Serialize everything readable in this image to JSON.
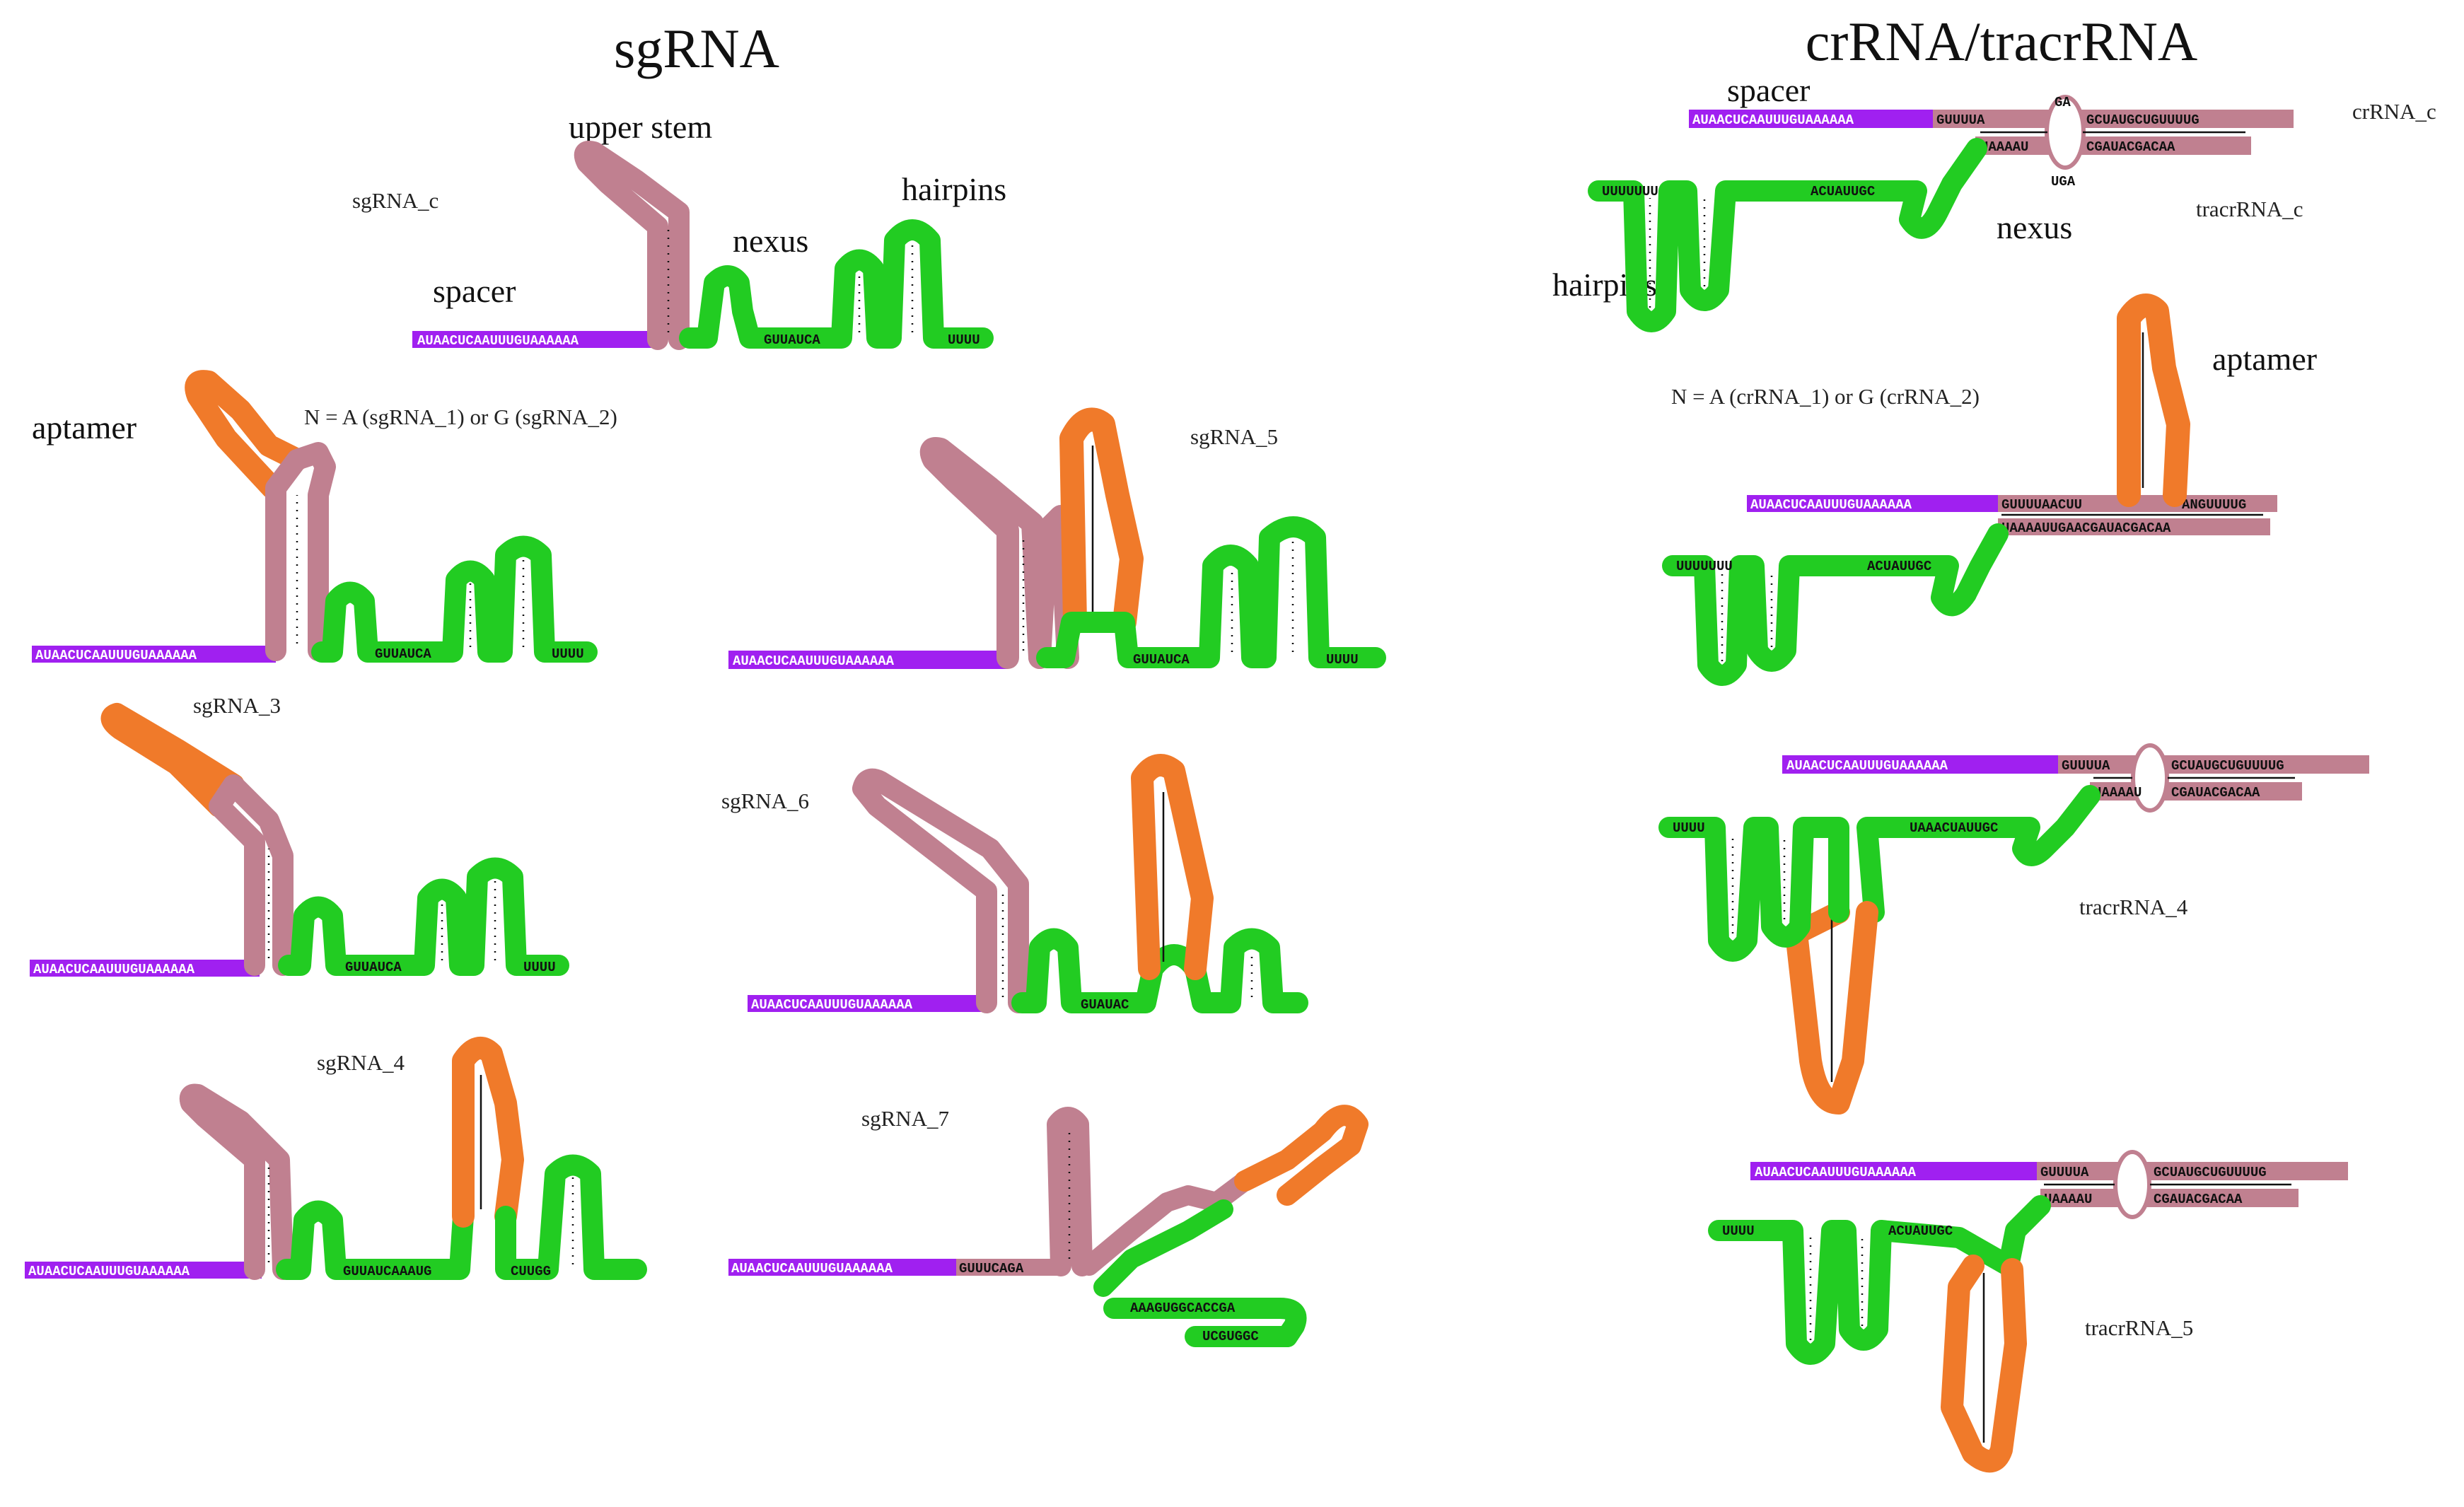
{
  "headings": {
    "sgrna": "sgRNA",
    "crrna_tracrrna": "crRNA/tracrRNA"
  },
  "labels": {
    "upper_stem": "upper stem",
    "nexus": "nexus",
    "hairpins": "hairpins",
    "spacer": "spacer",
    "aptamer": "aptamer",
    "sg_n_note": "N = A (sgRNA_1) or G (sgRNA_2)",
    "cr_n_note": "N = A (crRNA_1) or G (crRNA_2)"
  },
  "constructs": {
    "sgRNA_c": "sgRNA_c",
    "sgRNA_3": "sgRNA_3",
    "sgRNA_4": "sgRNA_4",
    "sgRNA_5": "sgRNA_5",
    "sgRNA_6": "sgRNA_6",
    "sgRNA_7": "sgRNA_7",
    "crRNA_c": "crRNA_c",
    "tracrRNA_c": "tracrRNA_c",
    "tracrRNA_4": "tracrRNA_4",
    "tracrRNA_5": "tracrRNA_5"
  },
  "sequences": {
    "spacer": "AUAACUCAAUUUGUAAAAAA",
    "sg_linker": "GUUAUCA",
    "sg_tail": "UUUU",
    "sg_linker_4": "GUUAUCAAAUG",
    "sg_tail_4": "CUUGG",
    "sg_linker_6": "GUAUAC",
    "sg_linker_7": "GUUUCAGA",
    "sg7_tail_a": "AAAGUGGCACCGA",
    "sg7_tail_b": "UCGUGGC",
    "cr_top": "GUUUUA",
    "cr_top_right": "GCUAUGCUGUUUUG",
    "tracr_bottom_left": "UAAAAU",
    "tracr_bottom_right": "CGAUACGACAA",
    "cr_apt_top": "GUUUUAACUU",
    "cr_apt_top_right": "ANGUUUUG",
    "tracr_apt_bottom": "UAAAAUUGAACGAUACGACAA",
    "tracr_linker": "ACUAUUGC",
    "tracr_tail": "UUUUUUU",
    "tracr4_linker": "UAAACUAUUGC",
    "tracr4_tail": "UUUU",
    "bulge_top": "GA",
    "bulge_bottom": "UGA"
  },
  "colors": {
    "spacer": "#a020f0",
    "upper_stem": "#c08090",
    "tracr": "#22cc22",
    "aptamer": "#f07a2a"
  }
}
